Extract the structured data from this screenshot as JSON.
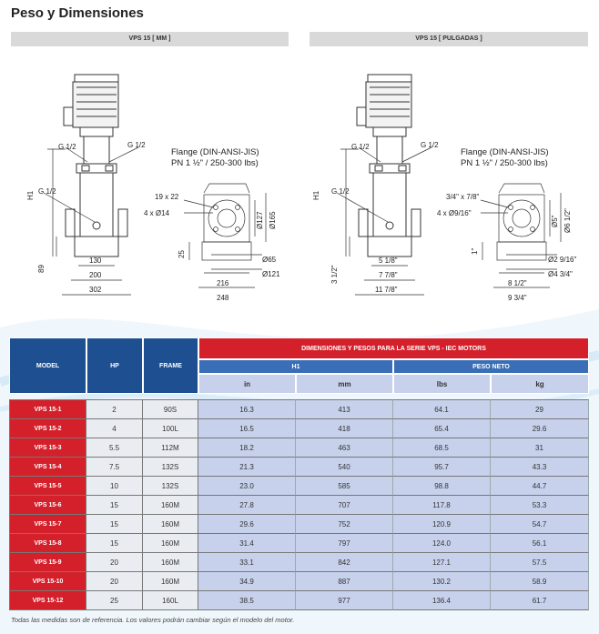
{
  "page_title": "Peso y Dimensiones",
  "panels": {
    "left_title": "VPS 15 [ MM ]",
    "right_title": "VPS 15 [ PULGADAS ]"
  },
  "diagram_left": {
    "flange_line1": "Flange (DIN-ANSI-JIS)",
    "flange_line2": "PN 1 ½\" / 250-300 lbs)",
    "g_top_left": "G 1/2",
    "g_top_right": "G 1/2",
    "g_mid": "G 1/2",
    "h1": "H1",
    "d89": "89",
    "d130": "130",
    "d200": "200",
    "d302": "302",
    "d19x22": "19 x 22",
    "d4x14": "4 x Ø14",
    "d127": "Ø127",
    "d165": "Ø165",
    "d25": "25",
    "d65": "Ø65",
    "d121": "Ø121",
    "d216": "216",
    "d248": "248"
  },
  "diagram_right": {
    "flange_line1": "Flange (DIN-ANSI-JIS)",
    "flange_line2": "PN 1 ½\" / 250-300 lbs)",
    "g_top_left": "G 1/2",
    "g_top_right": "G 1/2",
    "g_mid": "G 1/2",
    "h1": "H1",
    "d312": "3 1/2\"",
    "d518": "5 1/8\"",
    "d778": "7 7/8\"",
    "d1178": "11 7/8\"",
    "d34x78": "3/4\" x 7/8\"",
    "d4x916": "4 x Ø9/16\"",
    "d5": "Ø5\"",
    "d612": "Ø6 1/2\"",
    "d1": "1\"",
    "d2916": "Ø2 9/16\"",
    "d434": "Ø4 3/4\"",
    "d812": "8 1/2\"",
    "d934": "9 3/4\""
  },
  "table": {
    "head": {
      "model": "MODEL",
      "hp": "HP",
      "frame": "FRAME",
      "group": "DIMENSIONES Y PESOS  PARA LA SERIE VPS - IEC MOTORS",
      "h1": "H1",
      "peso": "PESO NETO",
      "in": "in",
      "mm": "mm",
      "lbs": "lbs",
      "kg": "kg"
    },
    "rows": [
      {
        "model": "VPS 15-1",
        "hp": "2",
        "frame": "90S",
        "in": "16.3",
        "mm": "413",
        "lbs": "64.1",
        "kg": "29"
      },
      {
        "model": "VPS 15-2",
        "hp": "4",
        "frame": "100L",
        "in": "16.5",
        "mm": "418",
        "lbs": "65.4",
        "kg": "29.6"
      },
      {
        "model": "VPS 15-3",
        "hp": "5.5",
        "frame": "112M",
        "in": "18.2",
        "mm": "463",
        "lbs": "68.5",
        "kg": "31"
      },
      {
        "model": "VPS 15-4",
        "hp": "7.5",
        "frame": "132S",
        "in": "21.3",
        "mm": "540",
        "lbs": "95.7",
        "kg": "43.3"
      },
      {
        "model": "VPS 15-5",
        "hp": "10",
        "frame": "132S",
        "in": "23.0",
        "mm": "585",
        "lbs": "98.8",
        "kg": "44.7"
      },
      {
        "model": "VPS 15-6",
        "hp": "15",
        "frame": "160M",
        "in": "27.8",
        "mm": "707",
        "lbs": "117.8",
        "kg": "53.3"
      },
      {
        "model": "VPS 15-7",
        "hp": "15",
        "frame": "160M",
        "in": "29.6",
        "mm": "752",
        "lbs": "120.9",
        "kg": "54.7"
      },
      {
        "model": "VPS 15-8",
        "hp": "15",
        "frame": "160M",
        "in": "31.4",
        "mm": "797",
        "lbs": "124.0",
        "kg": "56.1"
      },
      {
        "model": "VPS 15-9",
        "hp": "20",
        "frame": "160M",
        "in": "33.1",
        "mm": "842",
        "lbs": "127.1",
        "kg": "57.5"
      },
      {
        "model": "VPS 15-10",
        "hp": "20",
        "frame": "160M",
        "in": "34.9",
        "mm": "887",
        "lbs": "130.2",
        "kg": "58.9"
      },
      {
        "model": "VPS 15-12",
        "hp": "25",
        "frame": "160L",
        "in": "38.5",
        "mm": "977",
        "lbs": "136.4",
        "kg": "61.7"
      }
    ]
  },
  "footnote": "Todas las medidas son de referencia. Los valores podrán cambiar según el modelo del motor."
}
